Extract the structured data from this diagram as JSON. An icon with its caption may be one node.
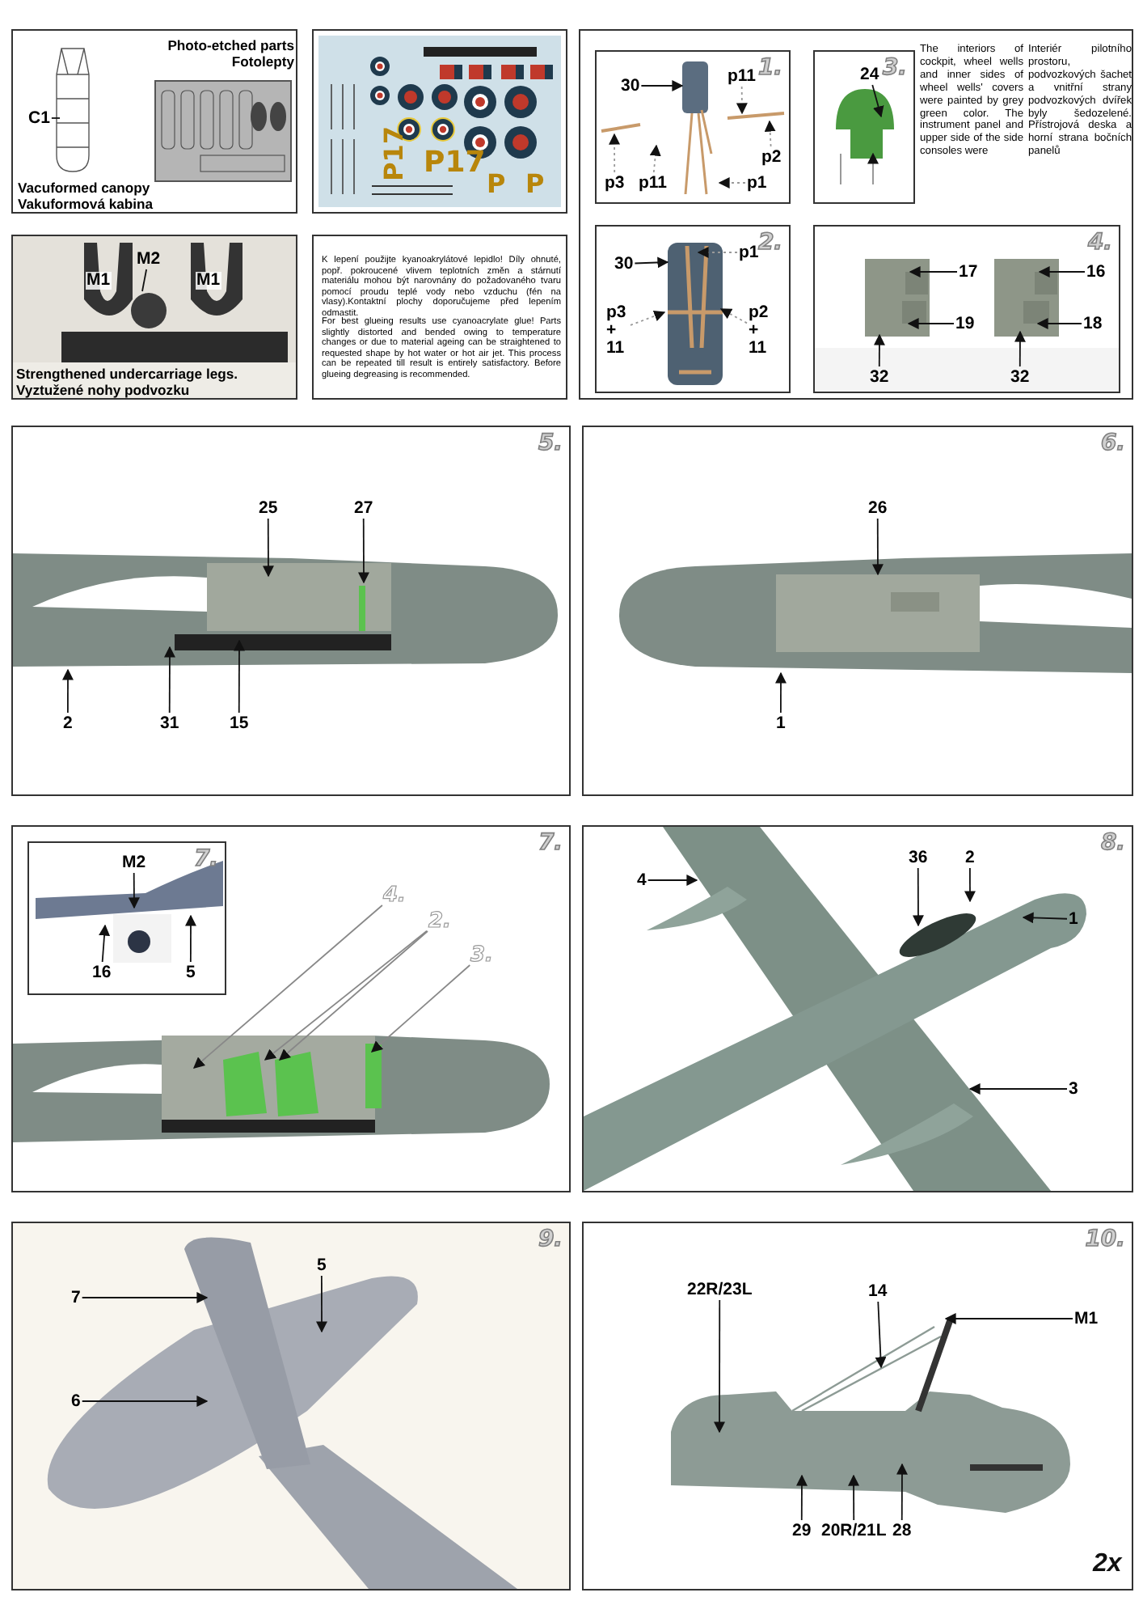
{
  "diagram": {
    "nodes": [
      {
        "text": [
          "Photo-etched parts Fotolepty",
          "Vacuformed canopy Vakuformová kabina"
        ]
      },
      {
        "text": [
          "C1"
        ],
        "in": 0
      },
      {
        "text": [],
        "shape": "box"
      },
      {
        "text": [
          "Strengthened undercarriage legs. Vyztužené nohy podvozku"
        ]
      },
      {
        "text": [
          "M1"
        ],
        "in": 3
      },
      {
        "text": [
          "M2"
        ],
        "in": 3
      },
      {
        "text": [
          "M1"
        ],
        "in": 3
      },
      {
        "text": [
          "K lepení použijte kyanoakrylátové lepidlo! Díly ohnuté, popř. pokroucené vlivem teplotních změn a stárnutí materiálu mohou být narovnány do požadovaného tvaru pomocí proudu teplé vody nebo vzduchu (fén na vlasy).Kontaktní plochy doporučujeme před lepením odmastit.",
          "For best glueing results use cyanoacrylate glue! Parts slightly distorted and bended owing to temperature changes or due to material ageing can be straightened to requested shape by hot water or hot air jet. This process can be repeated till result is entirely satisfactory. Before glueing degreasing is recommended."
        ]
      },
      {
        "text": [
          "The interiors of cockpit, wheel wells and inner sides of wheel wells' covers were painted by grey green color. The instrument panel and upper side of the side consoles were",
          "Interiér pilotního prostoru, podvozkových šachet a vnitřní strany podvozkových dvířek byly šedozelené. Přístrojová deska a horní strana bočních panelů"
        ]
      },
      {
        "text": [
          "1."
        ],
        "in": 8
      },
      {
        "text": [
          "30"
        ],
        "in": 9
      },
      {
        "text": [
          "p11"
        ],
        "in": 9
      },
      {
        "text": [
          "p3"
        ],
        "in": 9
      },
      {
        "text": [
          "p11"
        ],
        "in": 9
      },
      {
        "text": [
          "p2"
        ],
        "in": 9
      },
      {
        "text": [
          "p1"
        ],
        "in": 9
      },
      {
        "text": [
          "3."
        ],
        "in": 8
      },
      {
        "text": [
          "24"
        ],
        "in": 16
      },
      {
        "text": [
          "2."
        ],
        "in": 8
      },
      {
        "text": [
          "30"
        ],
        "in": 18
      },
      {
        "text": [
          "p1"
        ],
        "in": 18
      },
      {
        "text": [
          "p3 + 11"
        ],
        "in": 18
      },
      {
        "text": [
          "p2 + 11"
        ],
        "in": 18
      },
      {
        "text": [
          "4."
        ],
        "in": 8
      },
      {
        "text": [
          "17"
        ],
        "in": 23
      },
      {
        "text": [
          "19"
        ],
        "in": 23
      },
      {
        "text": [
          "16"
        ],
        "in": 23
      },
      {
        "text": [
          "18"
        ],
        "in": 23
      },
      {
        "text": [
          "32"
        ],
        "in": 23
      },
      {
        "text": [
          "32"
        ],
        "in": 23
      },
      {
        "text": [
          "5."
        ]
      },
      {
        "text": [
          "25"
        ],
        "in": 30
      },
      {
        "text": [
          "27"
        ],
        "in": 30
      },
      {
        "text": [
          "2"
        ],
        "in": 30
      },
      {
        "text": [
          "31"
        ],
        "in": 30
      },
      {
        "text": [
          "15"
        ],
        "in": 30
      },
      {
        "text": [
          "6."
        ]
      },
      {
        "text": [
          "26"
        ],
        "in": 36
      },
      {
        "text": [
          "1"
        ],
        "in": 36
      },
      {
        "text": [
          "7."
        ]
      },
      {
        "text": [
          "7."
        ],
        "in": 39
      },
      {
        "text": [
          "M2"
        ],
        "in": 40
      },
      {
        "text": [
          "16"
        ],
        "in": 40
      },
      {
        "text": [
          "5"
        ],
        "in": 40
      },
      {
        "text": [
          "4."
        ],
        "in": 39
      },
      {
        "text": [
          "2."
        ],
        "in": 39
      },
      {
        "text": [
          "3."
        ],
        "in": 39
      },
      {
        "text": [
          "8."
        ]
      },
      {
        "text": [
          "4"
        ],
        "in": 47
      },
      {
        "text": [
          "36"
        ],
        "in": 47
      },
      {
        "text": [
          "2"
        ],
        "in": 47
      },
      {
        "text": [
          "1"
        ],
        "in": 47
      },
      {
        "text": [
          "3"
        ],
        "in": 47
      },
      {
        "text": [
          "9."
        ]
      },
      {
        "text": [
          "7"
        ],
        "in": 53
      },
      {
        "text": [
          "6"
        ],
        "in": 53
      },
      {
        "text": [
          "5"
        ],
        "in": 53
      },
      {
        "text": [
          "10."
        ]
      },
      {
        "text": [
          "22R/23L"
        ],
        "in": 57
      },
      {
        "text": [
          "14"
        ],
        "in": 57
      },
      {
        "text": [
          "M1"
        ],
        "in": 57
      },
      {
        "text": [
          "29"
        ],
        "in": 57
      },
      {
        "text": [
          "20R/21L"
        ],
        "in": 57
      },
      {
        "text": [
          "28"
        ],
        "in": 57
      }
    ],
    "edges": [
      {
        "from": 1,
        "to": null,
        "arrow": "none"
      },
      {
        "from": 5,
        "to": null,
        "arrow": "none"
      },
      {
        "from": 10,
        "to": null,
        "arrow": "to"
      },
      {
        "from": 11,
        "to": null,
        "arrow": "to",
        "style": "dashed",
        "color": "#999999"
      },
      {
        "from": 12,
        "to": null,
        "arrow": "to",
        "style": "dashed",
        "color": "#999999"
      },
      {
        "from": 13,
        "to": null,
        "arrow": "to",
        "style": "dashed",
        "color": "#999999"
      },
      {
        "from": 14,
        "to": null,
        "arrow": "to",
        "style": "dashed",
        "color": "#999999"
      },
      {
        "from": 15,
        "to": null,
        "arrow": "to",
        "style": "dashed",
        "color": "#999999"
      },
      {
        "from": 17,
        "to": null,
        "arrow": "to"
      },
      {
        "from": 19,
        "to": null,
        "arrow": "to"
      },
      {
        "from": 20,
        "to": null,
        "arrow": "to",
        "style": "dashed",
        "color": "#999999"
      },
      {
        "from": 21,
        "to": null,
        "arrow": "to",
        "style": "dashed",
        "color": "#999999"
      },
      {
        "from": 22,
        "to": null,
        "arrow": "to",
        "style": "dashed",
        "color": "#999999"
      },
      {
        "from": 24,
        "to": null,
        "arrow": "to"
      },
      {
        "from": 25,
        "to": null,
        "arrow": "to"
      },
      {
        "from": 26,
        "to": null,
        "arrow": "to"
      },
      {
        "from": 27,
        "to": null,
        "arrow": "to"
      },
      {
        "from": 28,
        "to": null,
        "arrow": "to"
      },
      {
        "from": 29,
        "to": null,
        "arrow": "to"
      },
      {
        "from": 31,
        "to": null,
        "arrow": "to"
      },
      {
        "from": 32,
        "to": null,
        "arrow": "to"
      },
      {
        "from": 33,
        "to": null,
        "arrow": "to"
      },
      {
        "from": 34,
        "to": null,
        "arrow": "to"
      },
      {
        "from": 35,
        "to": null,
        "arrow": "to"
      },
      {
        "from": 37,
        "to": null,
        "arrow": "to"
      },
      {
        "from": 38,
        "to": null,
        "arrow": "to"
      },
      {
        "from": 41,
        "to": null,
        "arrow": "to"
      },
      {
        "from": 42,
        "to": null,
        "arrow": "to"
      },
      {
        "from": 43,
        "to": null,
        "arrow": "to"
      },
      {
        "from": 44,
        "to": null,
        "arrow": "to",
        "color": "#888888"
      },
      {
        "from": 45,
        "to": null,
        "arrow": "to",
        "color": "#888888"
      },
      {
        "from": 45,
        "to": null,
        "arrow": "to",
        "color": "#888888"
      },
      {
        "from": 46,
        "to": null,
        "arrow": "to",
        "color": "#888888"
      },
      {
        "from": 48,
        "to": null,
        "arrow": "to"
      },
      {
        "from": 49,
        "to": null,
        "arrow": "to"
      },
      {
        "from": 50,
        "to": null,
        "arrow": "to"
      },
      {
        "from": 51,
        "to": null,
        "arrow": "to"
      },
      {
        "from": 52,
        "to": null,
        "arrow": "to"
      },
      {
        "from": 54,
        "to": null,
        "arrow": "to"
      },
      {
        "from": 55,
        "to": null,
        "arrow": "to"
      },
      {
        "from": 56,
        "to": null,
        "arrow": "to"
      },
      {
        "from": 58,
        "to": null,
        "arrow": "to"
      },
      {
        "from": 59,
        "to": null,
        "arrow": "to"
      },
      {
        "from": 60,
        "to": null,
        "arrow": "to"
      },
      {
        "from": 61,
        "to": null,
        "arrow": "to"
      },
      {
        "from": 62,
        "to": null,
        "arrow": "to"
      },
      {
        "from": 63,
        "to": null,
        "arrow": "to"
      }
    ],
    "labels": [
      "P17",
      "P17",
      "P",
      "P",
      "2x"
    ]
  }
}
